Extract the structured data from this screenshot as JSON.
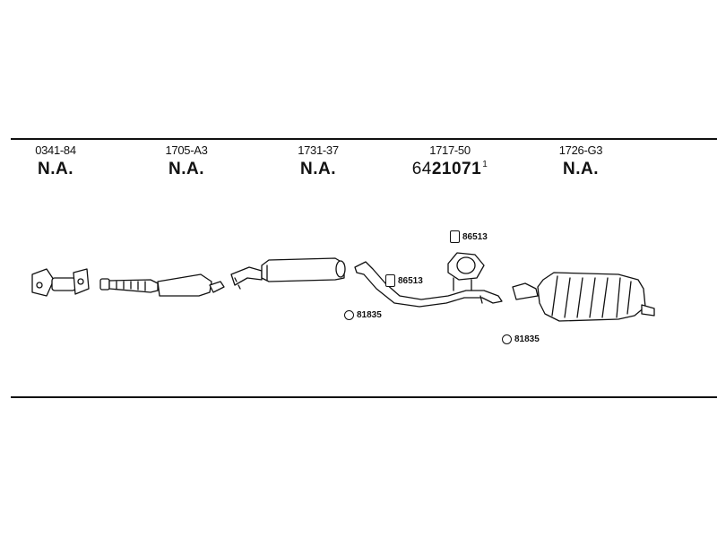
{
  "columns": [
    {
      "part_number": "0341-84",
      "value": "N.A."
    },
    {
      "part_number": "1705-A3",
      "value": "N.A."
    },
    {
      "part_number": "1731-37",
      "value": "N.A."
    },
    {
      "part_number": "1717-50",
      "value_prefix": "64",
      "value_main": "21071",
      "value_suffix": "1"
    },
    {
      "part_number": "1726-G3",
      "value": "N.A."
    }
  ],
  "callouts": {
    "bracket_upper": "86513",
    "bracket_mid": "86513",
    "clamp_left": "81835",
    "clamp_right": "81835"
  },
  "icons": [
    "clamp-icon",
    "bracket-icon"
  ]
}
